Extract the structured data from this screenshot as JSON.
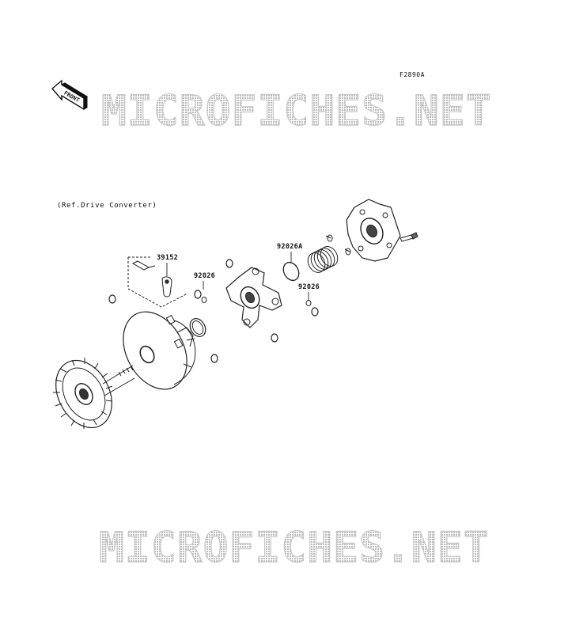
{
  "figure_code": "F2890A",
  "ref_note": "(Ref.Drive Converter)",
  "front_arrow_text": "FRONT",
  "watermark_text": "MICROFICHES.NET",
  "callouts": [
    {
      "id": "39152",
      "text": "39152"
    },
    {
      "id": "92026-left",
      "text": "92026"
    },
    {
      "id": "92026A",
      "text": "92026A"
    },
    {
      "id": "92026-right",
      "text": "92026"
    }
  ]
}
